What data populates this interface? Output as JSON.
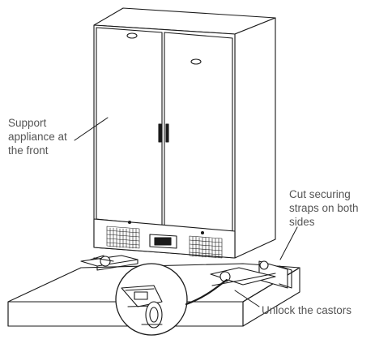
{
  "annotations": {
    "support": "Support\nappliance at\nthe front",
    "straps": "Cut securing\nstraps on both\nsides",
    "castors": "Unlock the castors"
  },
  "colors": {
    "line": "#1a1a1a",
    "text": "#555555",
    "background": "#ffffff"
  }
}
